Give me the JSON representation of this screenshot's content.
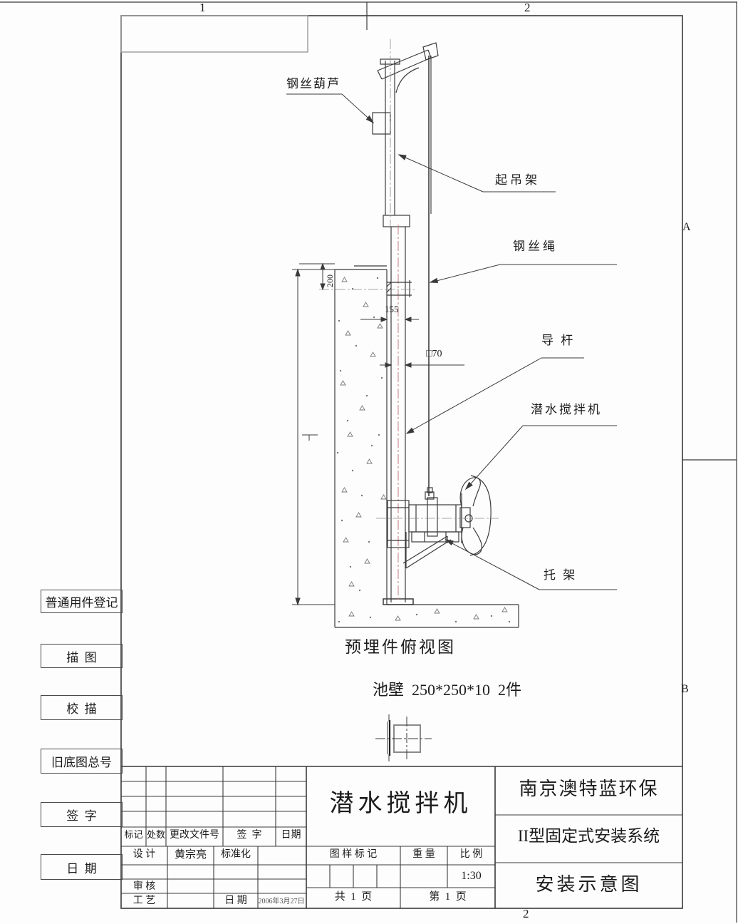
{
  "zones": {
    "top_1": "1",
    "top_2": "2",
    "right_a": "A",
    "right_b": "B",
    "bottom_2": "2"
  },
  "colors": {
    "line": "#3a3a3a",
    "gray_line": "#999999",
    "rod_centerline_red": "#c08080"
  },
  "callouts": {
    "hoist": "钢丝葫芦",
    "lifting_frame": "起吊架",
    "wire_rope": "钢丝绳",
    "guide_rod": "导 杆",
    "mixer": "潜水搅拌机",
    "bracket": "托 架"
  },
  "dimensions": {
    "top_offset": "200",
    "wall_gap": "155",
    "rod_size": "□70"
  },
  "notes": {
    "view_title": "预埋件俯视图",
    "spec": "池壁  250*250*10  2件"
  },
  "side_panel": {
    "items": [
      "普通用件登记",
      "描  图",
      "校  描",
      "旧底图总号",
      "签  字",
      "日  期"
    ]
  },
  "title_block": {
    "rev_headers": [
      "标记",
      "处数",
      "更改文件号",
      "签  字",
      "日期"
    ],
    "design_label": "设 计",
    "designer": "黄宗亮",
    "standard_label": "标准化",
    "audit_label": "审 核",
    "process_label": "工 艺",
    "date_label": "日 期",
    "date_value": "2006年3月27日",
    "drawing_title": "潜水搅拌机",
    "stamp_label": "图 样 标 记",
    "weight_label": "重 量",
    "scale_label": "比 例",
    "scale_value": "1:30",
    "sheet_total": "共  1  页",
    "sheet_no": "第  1  页",
    "company": "南京澳特蓝环保",
    "system": "II型固定式安装系统",
    "doc_title": "安装示意图"
  }
}
